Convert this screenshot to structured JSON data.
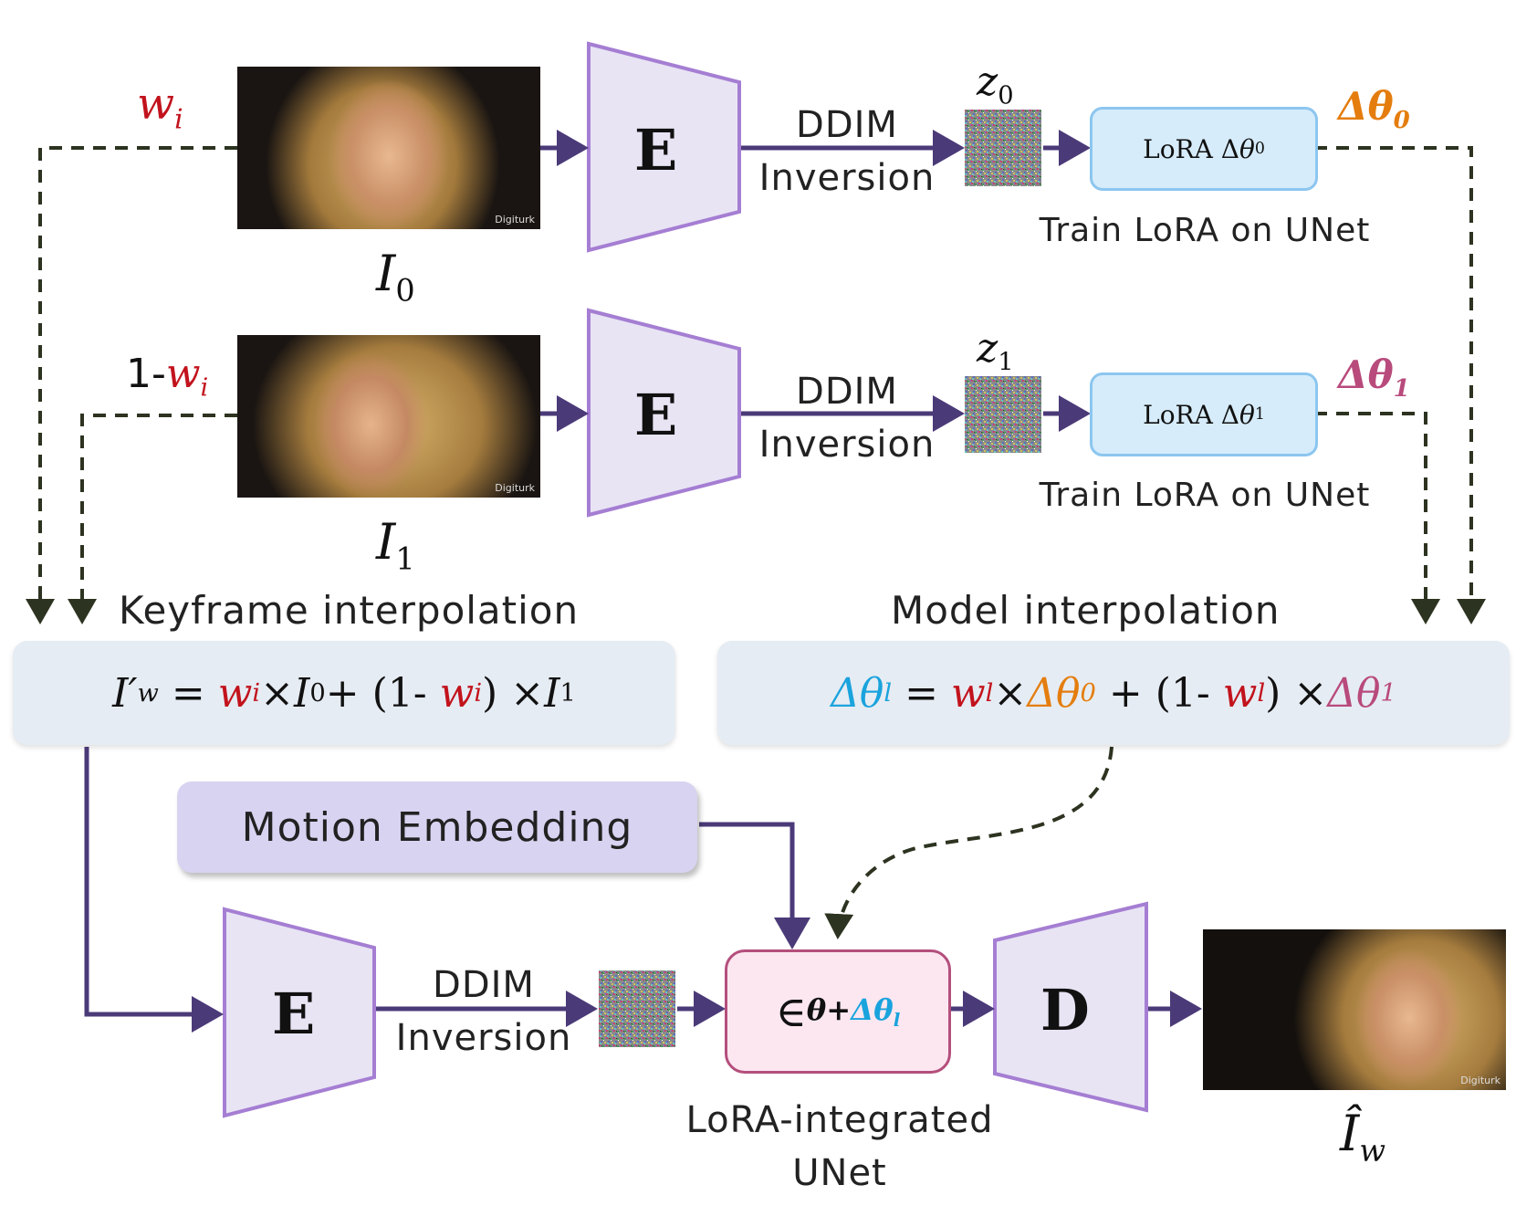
{
  "images": {
    "i0_watermark": "Digiturk",
    "i1_watermark": "Digiturk",
    "out_watermark": "Digiturk"
  },
  "encoders": {
    "top_label": "E",
    "mid_label": "E",
    "bottom_label": "E",
    "decoder_label": "D"
  },
  "ddim": {
    "line1": "DDIM",
    "line2": "Inversion"
  },
  "latents": {
    "z0": "z",
    "z0_sub": "0",
    "z1": "z",
    "z1_sub": "1"
  },
  "lora": {
    "box0_prefix": "LoRA Δ",
    "box0_theta": "θ",
    "box0_sub": "0",
    "box1_prefix": "LoRA Δ",
    "box1_theta": "θ",
    "box1_sub": "1",
    "train_caption": "Train LoRA on UNet"
  },
  "weights": {
    "wi_top": "w",
    "wi_top_sub": "i",
    "wi_mid_prefix": "1-",
    "wi_mid": "w",
    "wi_mid_sub": "i",
    "delta0": "Δθ",
    "delta0_sub": "0",
    "delta1": "Δθ",
    "delta1_sub": "1"
  },
  "image_labels": {
    "i0": "I",
    "i0_sub": "0",
    "i1": "I",
    "i1_sub": "1",
    "out": "Î",
    "out_sub": "w"
  },
  "keyframe": {
    "title": "Keyframe interpolation",
    "lhs": "I′",
    "lhs_sub": "w",
    "eq": " = ",
    "w": "w",
    "w_sub": "i",
    "times1": "×",
    "i0": "I",
    "i0_sub": "0",
    "plus": "+ (1- ",
    "w2": "w",
    "w2_sub": "i",
    "close": ") ×",
    "i1": "I",
    "i1_sub": "1"
  },
  "model": {
    "title": "Model interpolation",
    "lhs": "Δθ",
    "lhs_sub": "l",
    "eq": " = ",
    "w": "w",
    "w_sub": "l",
    "times1": "×",
    "d0": "Δθ",
    "d0_sub": "0",
    "plus": " + (1- ",
    "w2": "w",
    "w2_sub": "l",
    "close": ") ×",
    "d1": "Δθ",
    "d1_sub": "1"
  },
  "motion": {
    "label": "Motion Embedding"
  },
  "unet": {
    "eps": "∈",
    "sub_theta": "θ+",
    "sub_delta": "Δθ",
    "sub_l": "l",
    "caption_line1": "LoRA-integrated",
    "caption_line2": "UNet"
  },
  "colors": {
    "arrow_solid": "#4b3a78",
    "arrow_dashed": "#2c3320",
    "encoder_fill": "#e8e4f4",
    "encoder_stroke": "#a57ed3",
    "weight_red": "#c2131d",
    "delta0_orange": "#e47d0e",
    "delta1_pink": "#b84a7c",
    "delta_l_cyan": "#1aa3dd"
  }
}
